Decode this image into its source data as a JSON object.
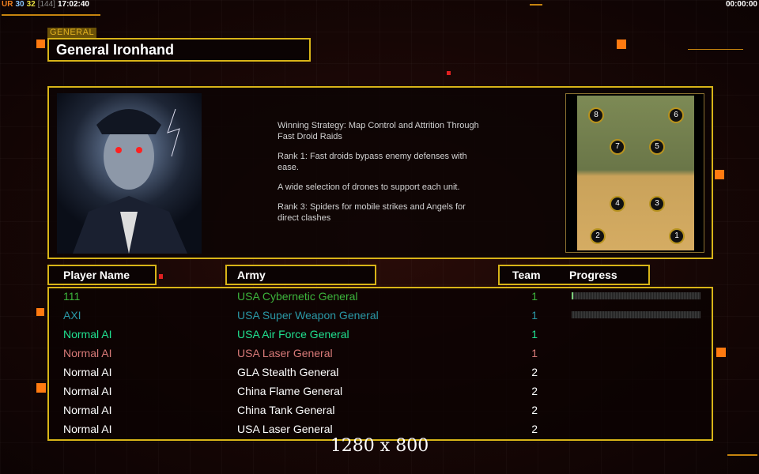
{
  "topbar": {
    "ur": "UR",
    "fps": "30",
    "fps2": "32",
    "bracket": "[144]",
    "time": "17:02:40",
    "clock": "00:00:00"
  },
  "general": {
    "label": "GENERAL",
    "name": "General Ironhand"
  },
  "strategy": [
    "Winning Strategy: Map Control and Attrition Through\n Fast Droid Raids",
    "Rank 1: Fast droids bypass enemy defenses with\n ease.",
    "A wide selection of drones to support each unit.",
    "Rank 3: Spiders for mobile strikes and Angels for\n direct clashes"
  ],
  "map": {
    "spots": [
      "8",
      "6",
      "7",
      "5",
      "4",
      "3",
      "2",
      "1"
    ]
  },
  "table": {
    "headers": {
      "player": "Player Name",
      "army": "Army",
      "team": "Team",
      "progress": "Progress"
    },
    "rows": [
      {
        "name": "111",
        "army": "USA Cybernetic General",
        "team": "1",
        "color": "#3cb43c",
        "progress": 1
      },
      {
        "name": "AXI",
        "army": "USA Super Weapon General",
        "team": "1",
        "color": "#2a98a6",
        "progress": 0
      },
      {
        "name": "Normal AI",
        "army": "USA Air Force General",
        "team": "1",
        "color": "#20e090"
      },
      {
        "name": "Normal AI",
        "army": "USA Laser General",
        "team": "1",
        "color": "#d87a78"
      },
      {
        "name": "Normal AI",
        "army": "GLA Stealth General",
        "team": "2",
        "color": "#ffffff"
      },
      {
        "name": "Normal AI",
        "army": "China Flame General",
        "team": "2",
        "color": "#ffffff"
      },
      {
        "name": "Normal AI",
        "army": "China Tank General",
        "team": "2",
        "color": "#ffffff"
      },
      {
        "name": "Normal AI",
        "army": "USA Laser General",
        "team": "2",
        "color": "#ffffff"
      }
    ]
  },
  "resolution": "1280 x 800"
}
